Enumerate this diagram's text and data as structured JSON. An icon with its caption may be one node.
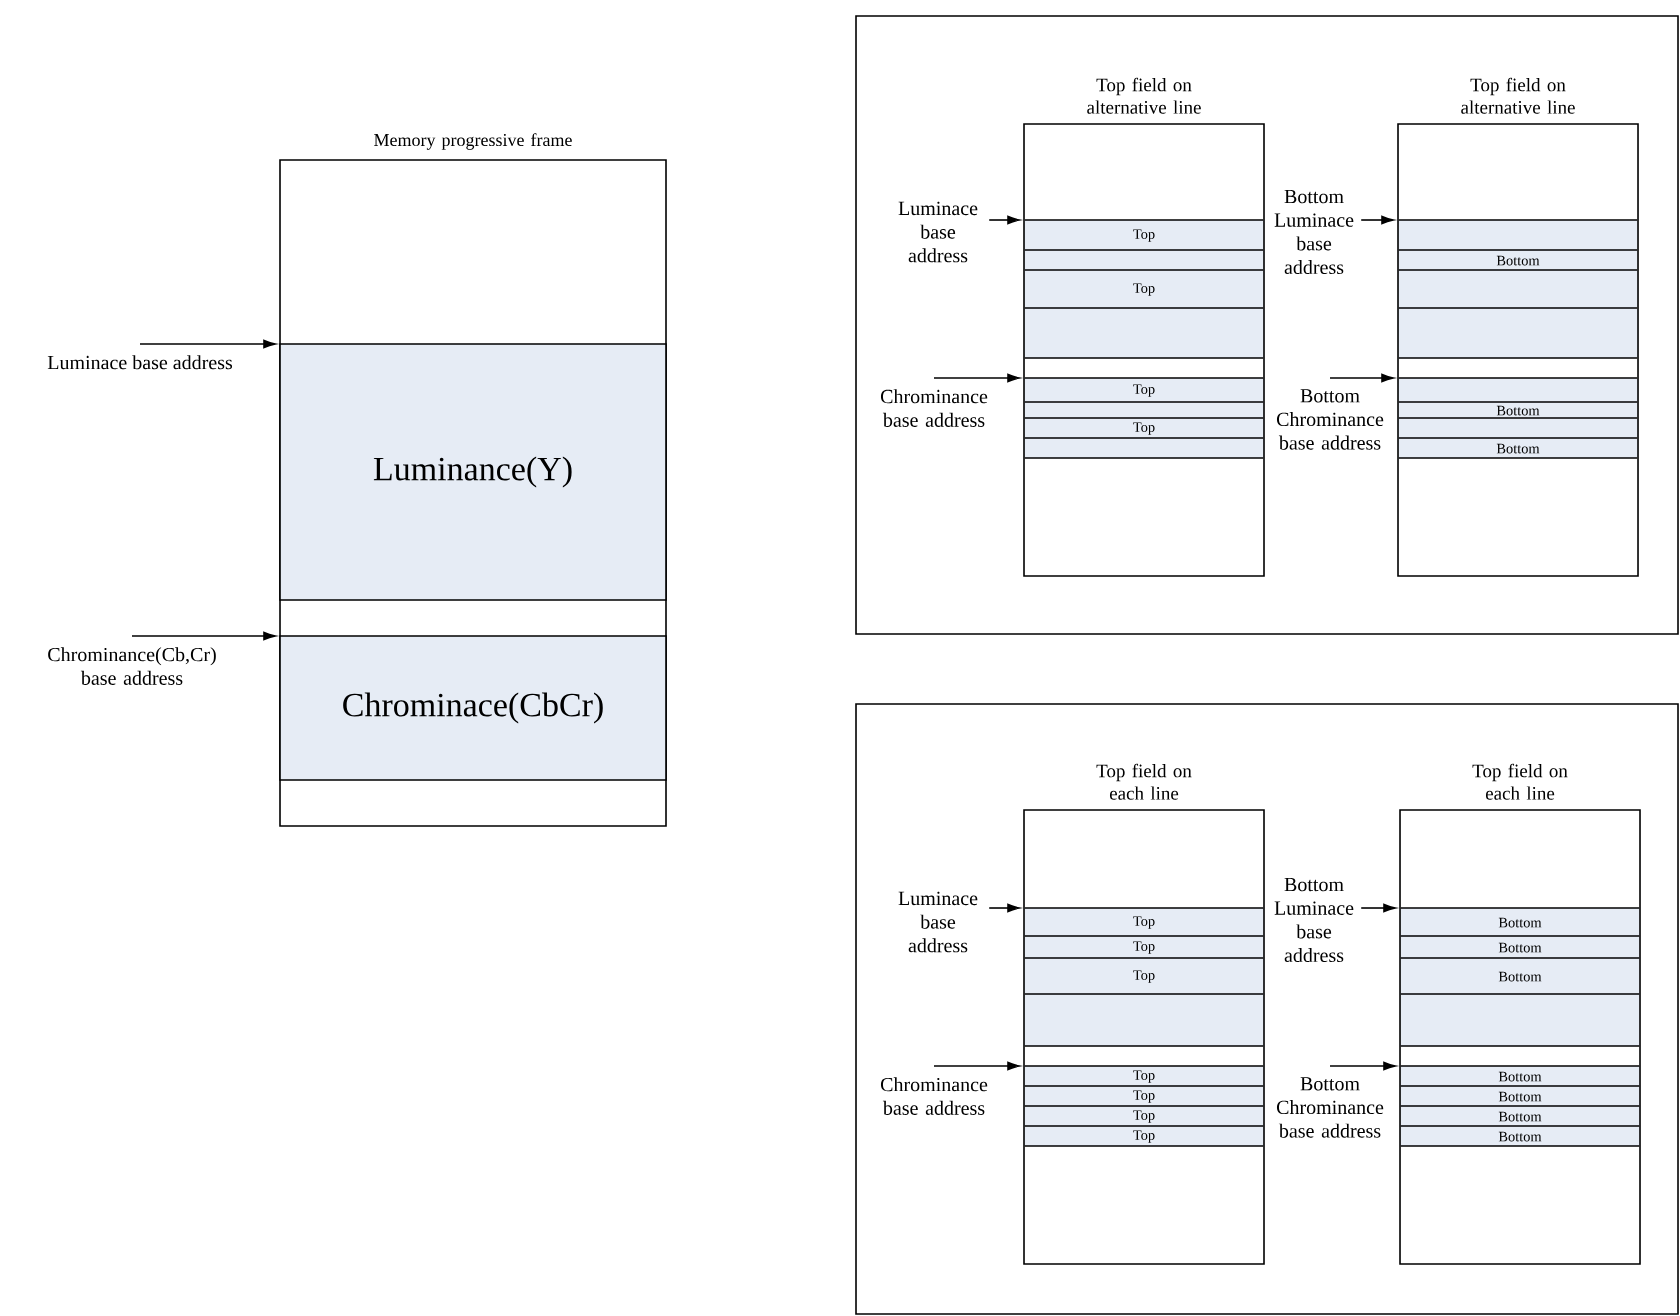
{
  "diagram": {
    "nodes": [
      {
        "text": [
          "Memory progressive frame"
        ]
      },
      {
        "text": [
          "Luminance(Y)"
        ],
        "in": 0
      },
      {
        "text": [
          "Chrominace(CbCr)"
        ],
        "in": 0
      },
      {
        "text": [
          "Luminace base address"
        ]
      },
      {
        "text": [
          "Chrominance(Cb,Cr) base address"
        ]
      },
      {
        "text": [],
        "shape": "box"
      },
      {
        "text": [
          "Top field on alternative line"
        ],
        "in": 5
      },
      {
        "text": [
          "Top"
        ],
        "in": 6
      },
      {
        "text": [
          "Top"
        ],
        "in": 6
      },
      {
        "text": [
          "Top"
        ],
        "in": 6
      },
      {
        "text": [
          "Top"
        ],
        "in": 6
      },
      {
        "text": [
          "Top field on alternative line"
        ],
        "in": 5
      },
      {
        "text": [
          "Bottom"
        ],
        "in": 11
      },
      {
        "text": [
          "Bottom"
        ],
        "in": 11
      },
      {
        "text": [
          "Bottom"
        ],
        "in": 11
      },
      {
        "text": [
          "Luminace base address"
        ],
        "in": 5
      },
      {
        "text": [
          "Chrominance base address"
        ],
        "in": 5
      },
      {
        "text": [
          "Bottom Luminace base address"
        ],
        "in": 5
      },
      {
        "text": [
          "Bottom Chrominance base address"
        ],
        "in": 5
      },
      {
        "text": [],
        "shape": "box"
      },
      {
        "text": [
          "Top field on each line"
        ],
        "in": 19
      },
      {
        "text": [
          "Top"
        ],
        "in": 20
      },
      {
        "text": [
          "Top"
        ],
        "in": 20
      },
      {
        "text": [
          "Top"
        ],
        "in": 20
      },
      {
        "text": [
          "Top"
        ],
        "in": 20
      },
      {
        "text": [
          "Top"
        ],
        "in": 20
      },
      {
        "text": [
          "Top"
        ],
        "in": 20
      },
      {
        "text": [
          "Top"
        ],
        "in": 20
      },
      {
        "text": [
          "Top field on each line"
        ],
        "in": 19
      },
      {
        "text": [
          "Bottom"
        ],
        "in": 28
      },
      {
        "text": [
          "Bottom"
        ],
        "in": 28
      },
      {
        "text": [
          "Bottom"
        ],
        "in": 28
      },
      {
        "text": [
          "Bottom"
        ],
        "in": 28
      },
      {
        "text": [
          "Bottom"
        ],
        "in": 28
      },
      {
        "text": [
          "Bottom"
        ],
        "in": 28
      },
      {
        "text": [
          "Bottom"
        ],
        "in": 28
      },
      {
        "text": [
          "Luminace base address"
        ],
        "in": 19
      },
      {
        "text": [
          "Chrominance base address"
        ],
        "in": 19
      },
      {
        "text": [
          "Bottom Luminace base address"
        ],
        "in": 19
      },
      {
        "text": [
          "Bottom Chrominance base address"
        ],
        "in": 19
      }
    ],
    "edges": [
      {
        "from": 3,
        "to": 1,
        "arrow": "to"
      },
      {
        "from": 4,
        "to": 2,
        "arrow": "to"
      },
      {
        "from": 15,
        "to": 6,
        "arrow": "to"
      },
      {
        "from": 16,
        "to": 6,
        "arrow": "to"
      },
      {
        "from": 17,
        "to": 11,
        "arrow": "to"
      },
      {
        "from": 18,
        "to": 11,
        "arrow": "to"
      },
      {
        "from": 36,
        "to": 20,
        "arrow": "to"
      },
      {
        "from": 37,
        "to": 20,
        "arrow": "to"
      },
      {
        "from": 38,
        "to": 28,
        "arrow": "to"
      },
      {
        "from": 39,
        "to": 28,
        "arrow": "to"
      }
    ]
  }
}
